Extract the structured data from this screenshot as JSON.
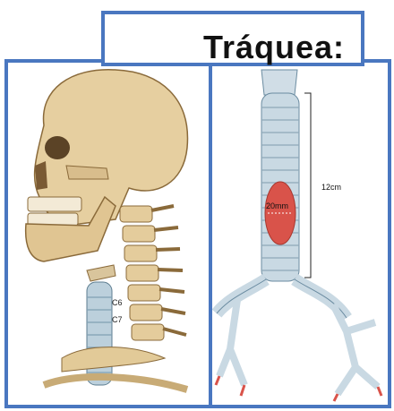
{
  "title": "Tráquea:",
  "left_panel": {
    "vertebra_labels": [
      "C6",
      "C7"
    ]
  },
  "right_panel": {
    "length_label": "12cm",
    "diameter_label": "20mm"
  },
  "colors": {
    "frame": "#4a77c0",
    "bone": "#e7d2a8",
    "trachea": "#c9d9e3",
    "highlight": "#d9534a"
  }
}
